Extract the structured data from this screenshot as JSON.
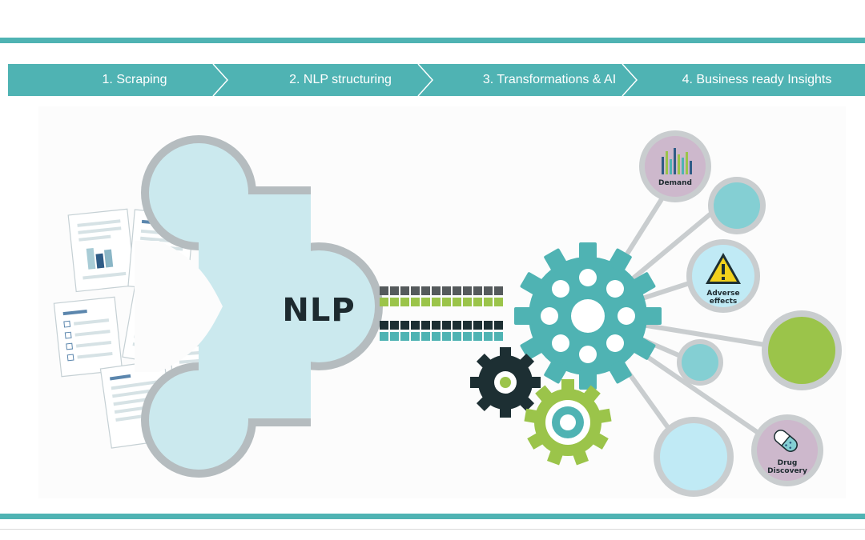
{
  "steps": [
    {
      "label": "1. Scraping"
    },
    {
      "label": "2. NLP structuring"
    },
    {
      "label": "3. Transformations & AI"
    },
    {
      "label": "4. Business ready Insights"
    }
  ],
  "hub": {
    "label": "NLP"
  },
  "outputs": {
    "demand": "Demand",
    "adverse": "Adverse effects",
    "drug": "Drug Discovery"
  },
  "colors": {
    "teal": "#4fb3b3",
    "light_teal": "#cbe9ee",
    "green": "#9bc44a",
    "dark": "#1d2f33",
    "lavender": "#cdb8cc",
    "light_blue": "#c0eaf5"
  }
}
